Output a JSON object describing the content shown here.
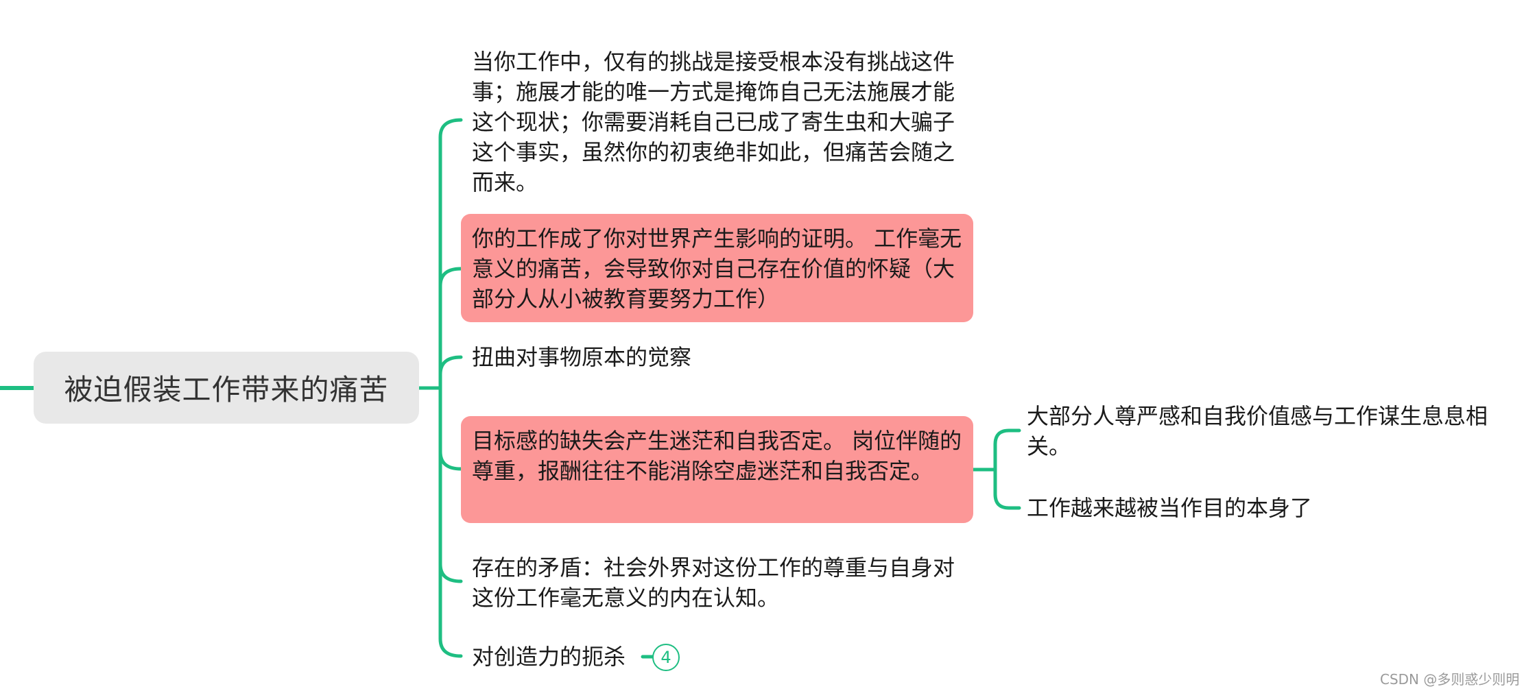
{
  "colors": {
    "connector": "#1ebe82",
    "root_bg": "#e8e8e8",
    "highlight_bg": "#fc9797",
    "text": "#1a1a1a",
    "watermark": "#9a9a9a"
  },
  "root": {
    "label": "被迫假装工作带来的痛苦"
  },
  "children": [
    {
      "label": "当你工作中，仅有的挑战是接受根本没有挑战这件事；施展才能的唯一方式是掩饰自己无法施展才能这个现状；你需要消耗自己已成了寄生虫和大骗子这个事实，虽然你的初衷绝非如此，但痛苦会随之而来。",
      "highlighted": false
    },
    {
      "label": "你的工作成了你对世界产生影响的证明。 工作毫无意义的痛苦，会导致你对自己存在价值的怀疑（大部分人从小被教育要努力工作）",
      "highlighted": true
    },
    {
      "label": "扭曲对事物原本的觉察",
      "highlighted": false
    },
    {
      "label": "目标感的缺失会产生迷茫和自我否定。 岗位伴随的尊重，报酬往往不能消除空虚迷茫和自我否定。",
      "highlighted": true,
      "children": [
        {
          "label": "大部分人尊严感和自我价值感与工作谋生息息相关。"
        },
        {
          "label": "工作越来越被当作目的本身了"
        }
      ]
    },
    {
      "label": "存在的矛盾：社会外界对这份工作的尊重与自身对这份工作毫无意义的内在认知。",
      "highlighted": false
    },
    {
      "label": "对创造力的扼杀",
      "highlighted": false,
      "collapsed_count": "4"
    }
  ],
  "watermark": "CSDN @多则惑少则明"
}
